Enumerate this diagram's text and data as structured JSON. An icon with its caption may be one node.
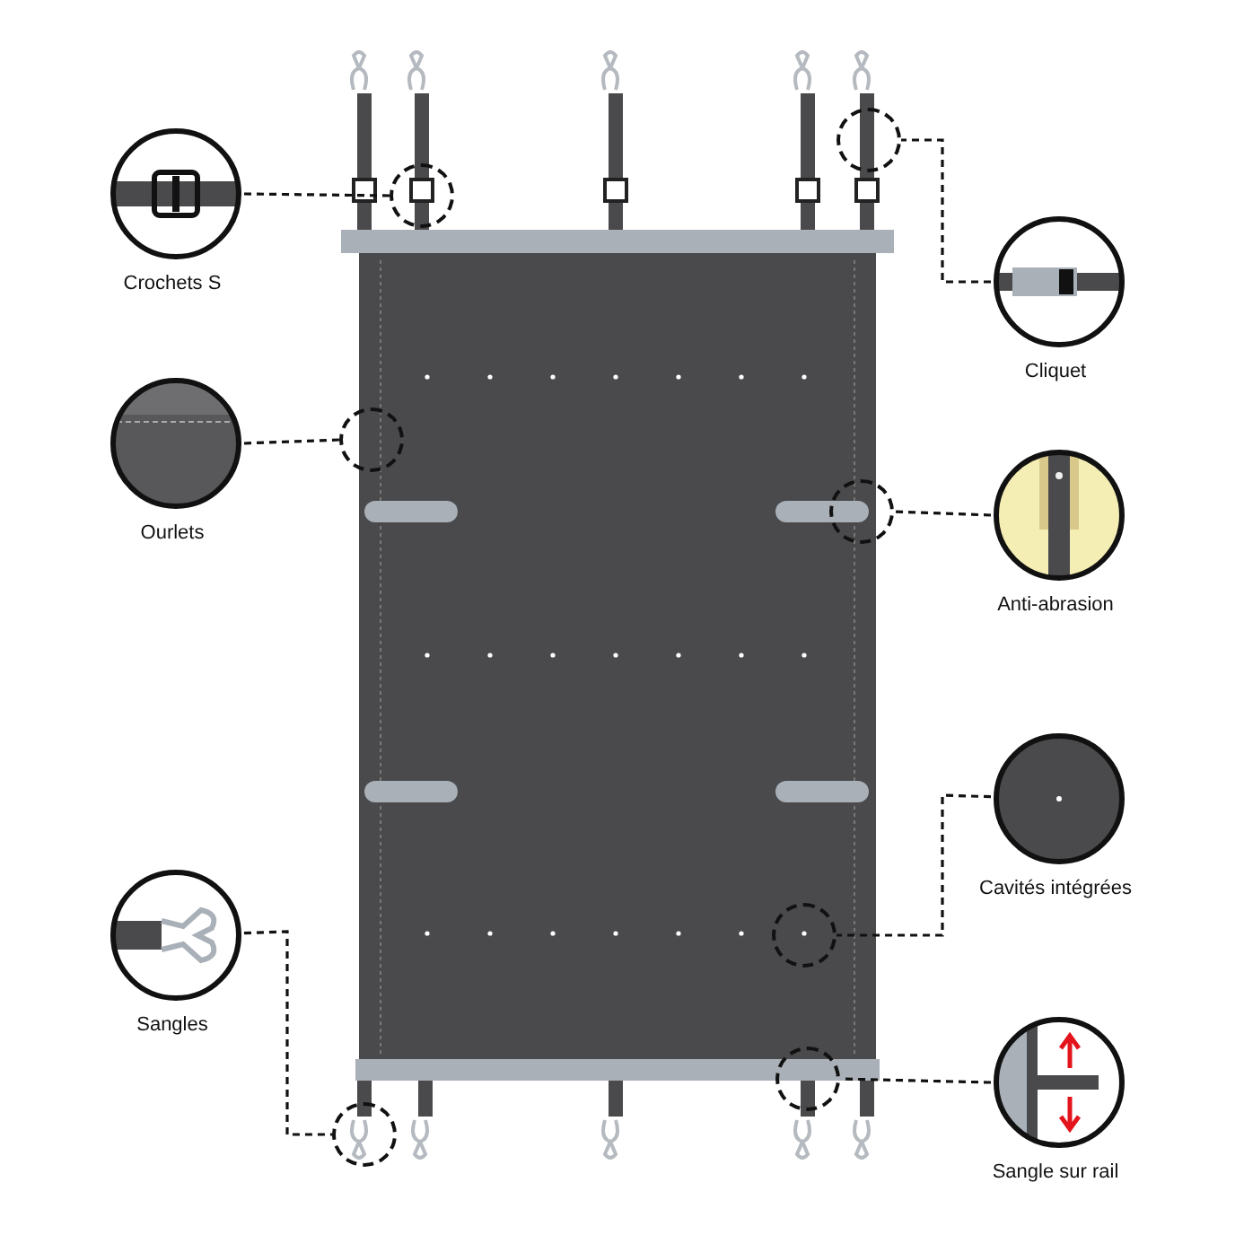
{
  "diagram": {
    "nodes": [
      {
        "text": [
          "Crochets S"
        ]
      },
      {
        "text": [
          "Cliquet"
        ]
      },
      {
        "text": [
          "Ourlets"
        ]
      },
      {
        "text": [
          "Anti-abrasion"
        ]
      },
      {
        "text": [
          "Cavités intégrées"
        ]
      },
      {
        "text": [
          "Sangles"
        ]
      },
      {
        "text": [
          "Sangle sur rail"
        ]
      },
      {
        "text": [],
        "shape": "circle"
      },
      {
        "text": [],
        "shape": "circle"
      },
      {
        "text": [],
        "shape": "circle"
      },
      {
        "text": [],
        "shape": "circle"
      },
      {
        "text": [],
        "shape": "circle"
      },
      {
        "text": [],
        "shape": "circle"
      },
      {
        "text": [],
        "shape": "circle"
      }
    ],
    "edges": [
      {
        "from": 0,
        "to": 8,
        "arrow": "none",
        "style": "dashed"
      },
      {
        "from": 1,
        "to": 7,
        "arrow": "none",
        "style": "dashed"
      },
      {
        "from": 2,
        "to": 9,
        "arrow": "none",
        "style": "dashed"
      },
      {
        "from": 3,
        "to": 10,
        "arrow": "none",
        "style": "dashed"
      },
      {
        "from": 4,
        "to": 11,
        "arrow": "none",
        "style": "dashed"
      },
      {
        "from": 5,
        "to": 13,
        "arrow": "none",
        "style": "dashed"
      },
      {
        "from": 6,
        "to": 12,
        "arrow": "none",
        "style": "dashed"
      }
    ]
  }
}
